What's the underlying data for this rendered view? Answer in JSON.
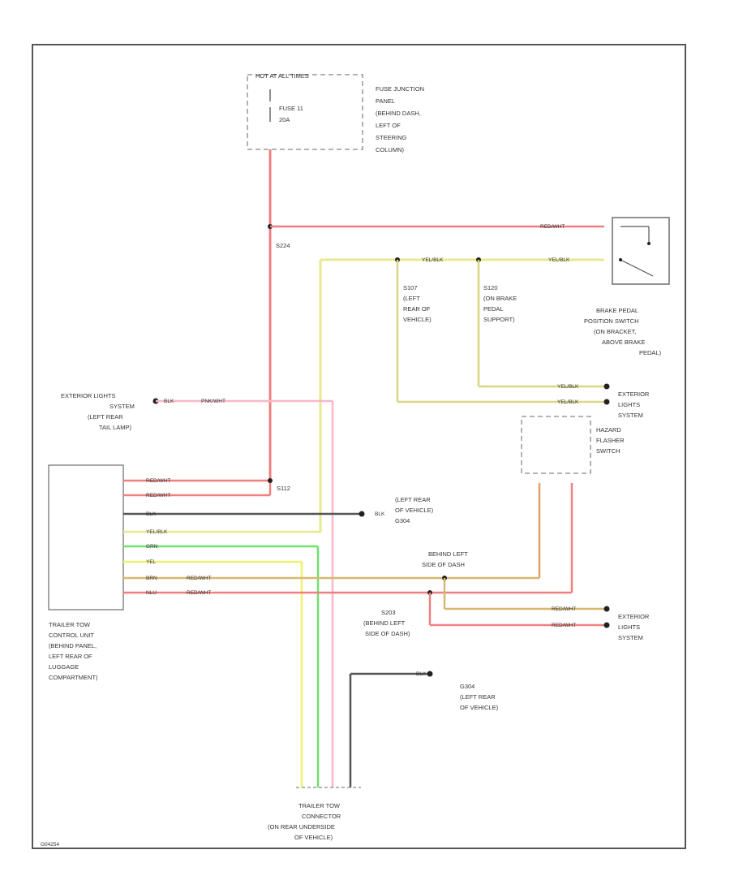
{
  "diagram": {
    "hot_at_all_times": "HOT AT ALL TIMES",
    "fuse": {
      "name": "FUSE 11",
      "rating": "20A"
    },
    "fuse_panel": [
      "FUSE JUNCTION",
      "PANEL",
      "(BEHIND DASH,",
      "LEFT OF",
      "STEERING",
      "COLUMN)"
    ],
    "splices": {
      "s224": "S224",
      "s107": "S107",
      "s120": "S120",
      "s112": "S112",
      "s203": "S203",
      "g304": "G304"
    },
    "s107_desc": [
      "S107",
      "(LEFT",
      "REAR OF",
      "VEHICLE)"
    ],
    "s120_desc": [
      "S120",
      "(ON BRAKE",
      "PEDAL",
      "SUPPORT)"
    ],
    "brake_switch": [
      "BRAKE PEDAL",
      "POSITION SWITCH",
      "(ON BRACKET,",
      "ABOVE BRAKE",
      "PEDAL)"
    ],
    "ext_lights": [
      "EXTERIOR",
      "LIGHTS",
      "SYSTEM"
    ],
    "ext_lights_left": [
      "EXTERIOR LIGHTS",
      "SYSTEM",
      "(LEFT REAR",
      "TAIL LAMP)"
    ],
    "hazard": [
      "HAZARD",
      "FLASHER",
      "SWITCH"
    ],
    "trailer_control": [
      "TRAILER TOW",
      "CONTROL UNIT",
      "(BEHIND PANEL,",
      "LEFT REAR OF",
      "LUGGAGE",
      "COMPARTMENT)"
    ],
    "g304_desc": [
      "(LEFT REAR OF",
      "VEHICLE) G304"
    ],
    "g304_desc2": [
      "G304",
      "(LEFT REAR",
      "OF VEHICLE)"
    ],
    "behind_left_dash": [
      "BEHIND LEFT",
      "SIDE OF DASH"
    ],
    "s203_desc": [
      "S203",
      "(BEHIND LEFT",
      "SIDE OF DASH)"
    ],
    "connector": [
      "TRAILER TOW",
      "CONNECTOR",
      "(ON REAR UNDERSIDE",
      "OF VEHICLE)"
    ],
    "wires": {
      "red_wht": "RED/WHT",
      "yel_blk": "YEL/BLK",
      "blk": "BLK",
      "pnk_wht": "PNK/WHT",
      "blk_pnk": "BLK",
      "grn": "GRN",
      "yel": "YEL",
      "brn": "BRN",
      "nlu": "NLU"
    },
    "figure_id": "G04254"
  }
}
